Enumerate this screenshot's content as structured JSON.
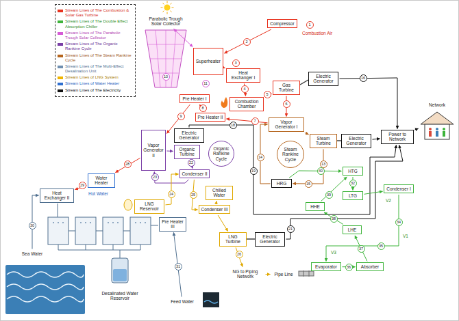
{
  "diagram": {
    "nodes": [
      {
        "text": [
          "Parabolic Trough Solar Collector"
        ]
      },
      {
        "text": [
          "Compressor"
        ]
      },
      {
        "text": [
          "Superheater"
        ]
      },
      {
        "text": [
          "Heat Exchanger I"
        ]
      },
      {
        "text": [
          "Gas Turbine"
        ]
      },
      {
        "text": [
          "Electric Generator"
        ]
      },
      {
        "text": [
          "Pre Heater I"
        ]
      },
      {
        "text": [
          "Combustion Chamber"
        ]
      },
      {
        "text": [
          "Pre Heater II"
        ]
      },
      {
        "text": [
          "Vapor Generator I"
        ]
      },
      {
        "text": [
          "Steam Rankine Cycle"
        ]
      },
      {
        "text": [
          "Steam Turbine"
        ]
      },
      {
        "text": [
          "Electric Generator"
        ]
      },
      {
        "text": [
          "Power to Network"
        ]
      },
      {
        "text": [
          "Network"
        ]
      },
      {
        "text": [
          "HRG"
        ]
      },
      {
        "text": [
          "Vapor Generator II"
        ]
      },
      {
        "text": [
          "Organic Rankine Cycle"
        ]
      },
      {
        "text": [
          "Organic Turbine"
        ]
      },
      {
        "text": [
          "Electric Generator"
        ]
      },
      {
        "text": [
          "Condenser II"
        ]
      },
      {
        "text": [
          "LNG Reservoir"
        ]
      },
      {
        "text": [
          "Chilled Water"
        ]
      },
      {
        "text": [
          "Condenser III"
        ]
      },
      {
        "text": [
          "LNG Turbine"
        ]
      },
      {
        "text": [
          "Electric Generator"
        ]
      },
      {
        "text": [
          "NG to Piping Network"
        ]
      },
      {
        "text": [
          "Pipe Line"
        ]
      },
      {
        "text": [
          "Water Heater"
        ]
      },
      {
        "text": [
          "Heat Exchanger II"
        ]
      },
      {
        "text": [
          "Pre Heater III"
        ]
      },
      {
        "text": [
          "Sea Water"
        ]
      },
      {
        "text": [
          "Desalinated Water Reservoir"
        ]
      },
      {
        "text": [
          "Feed Water"
        ]
      },
      {
        "text": [
          "HTG"
        ]
      },
      {
        "text": [
          "HHE"
        ]
      },
      {
        "text": [
          "LTG"
        ]
      },
      {
        "text": [
          "Condenser I"
        ]
      },
      {
        "text": [
          "LHE"
        ]
      },
      {
        "text": [
          "Evaporator"
        ]
      },
      {
        "text": [
          "Absorber"
        ]
      }
    ],
    "edges": [
      {
        "from": 1,
        "to": 2,
        "arrow": "to"
      },
      {
        "from": 2,
        "to": 3,
        "arrow": "to"
      },
      {
        "from": 3,
        "to": 7,
        "arrow": "to"
      },
      {
        "from": 7,
        "to": 4,
        "arrow": "to"
      },
      {
        "from": 4,
        "to": 9,
        "arrow": "to"
      },
      {
        "from": 9,
        "to": 8,
        "arrow": "to"
      },
      {
        "from": 8,
        "to": 6,
        "arrow": "to"
      },
      {
        "from": 6,
        "to": 16,
        "arrow": "to"
      },
      {
        "from": 16,
        "to": 28,
        "arrow": "to"
      },
      {
        "from": 28,
        "to": 29,
        "arrow": "to"
      },
      {
        "from": 0,
        "to": 2,
        "arrow": "both"
      },
      {
        "from": 9,
        "to": 11,
        "arrow": "to"
      },
      {
        "from": 11,
        "to": 15,
        "arrow": "to"
      },
      {
        "from": 15,
        "to": 9,
        "arrow": "to"
      },
      {
        "from": 5,
        "to": 13,
        "arrow": "to"
      },
      {
        "from": 12,
        "to": 13,
        "arrow": "to"
      },
      {
        "from": 19,
        "to": 13,
        "arrow": "to"
      },
      {
        "from": 25,
        "to": 13,
        "arrow": "to"
      },
      {
        "from": 13,
        "to": 14,
        "arrow": "to"
      },
      {
        "from": 16,
        "to": 18,
        "arrow": "to"
      },
      {
        "from": 18,
        "to": 20,
        "arrow": "to"
      },
      {
        "from": 20,
        "to": 16,
        "arrow": "to"
      },
      {
        "from": 21,
        "to": 20,
        "arrow": "to"
      },
      {
        "from": 20,
        "to": 23,
        "arrow": "to"
      },
      {
        "from": 23,
        "to": 22,
        "arrow": "to"
      },
      {
        "from": 23,
        "to": 24,
        "arrow": "to"
      },
      {
        "from": 24,
        "to": 26,
        "arrow": "to"
      },
      {
        "from": 26,
        "to": 27,
        "arrow": "to"
      },
      {
        "from": 31,
        "to": 29,
        "arrow": "to"
      },
      {
        "from": 33,
        "to": 30,
        "arrow": "to"
      },
      {
        "from": 15,
        "to": 34,
        "arrow": "to"
      },
      {
        "from": 34,
        "to": 36,
        "arrow": "to"
      },
      {
        "from": 36,
        "to": 37,
        "arrow": "to"
      },
      {
        "from": 37,
        "to": 39,
        "arrow": "to"
      },
      {
        "from": 39,
        "to": 40,
        "arrow": "to"
      },
      {
        "from": 40,
        "to": 38,
        "arrow": "to"
      },
      {
        "from": 38,
        "to": 35,
        "arrow": "to"
      },
      {
        "from": 35,
        "to": 34,
        "arrow": "to"
      }
    ],
    "labels": [
      "Combustion Air",
      "1",
      "2",
      "3",
      "4",
      "5",
      "6",
      "7",
      "8",
      "9",
      "10",
      "11",
      "13",
      "14",
      "15",
      "16",
      "18",
      "19",
      "21",
      "22",
      "23",
      "24",
      "25",
      "26",
      "28",
      "29",
      "30",
      "31",
      "32",
      "34",
      "35",
      "36",
      "37",
      "38",
      "39",
      "40",
      "Hot Water",
      "V1",
      "V2",
      "V3"
    ],
    "legend": [
      {
        "text": "Stream Lines of The Combustion & Solar Gas Turbine",
        "color": "#e8321e"
      },
      {
        "text": "Stream Lines of The Double Effect Absorption Chiller",
        "color": "#3db43a"
      },
      {
        "text": "Stream Lines of The Parabolic Trough Solar Collector",
        "color": "#d65ad6"
      },
      {
        "text": "Stream Lines of The Organic Rankine Cycle",
        "color": "#7a3ea6"
      },
      {
        "text": "Stream Lines of The Steam Rankine Cycle",
        "color": "#b5651d"
      },
      {
        "text": "Stream Lines of The Multi-Effect Desalination Unit",
        "color": "#6f8fb0"
      },
      {
        "text": "Stream Lines of LNG System",
        "color": "#f0b400"
      },
      {
        "text": "Stream Lines of Water Heater",
        "color": "#2f6fd0"
      },
      {
        "text": "Stream Lines of The Electricity",
        "color": "#111111"
      }
    ]
  }
}
